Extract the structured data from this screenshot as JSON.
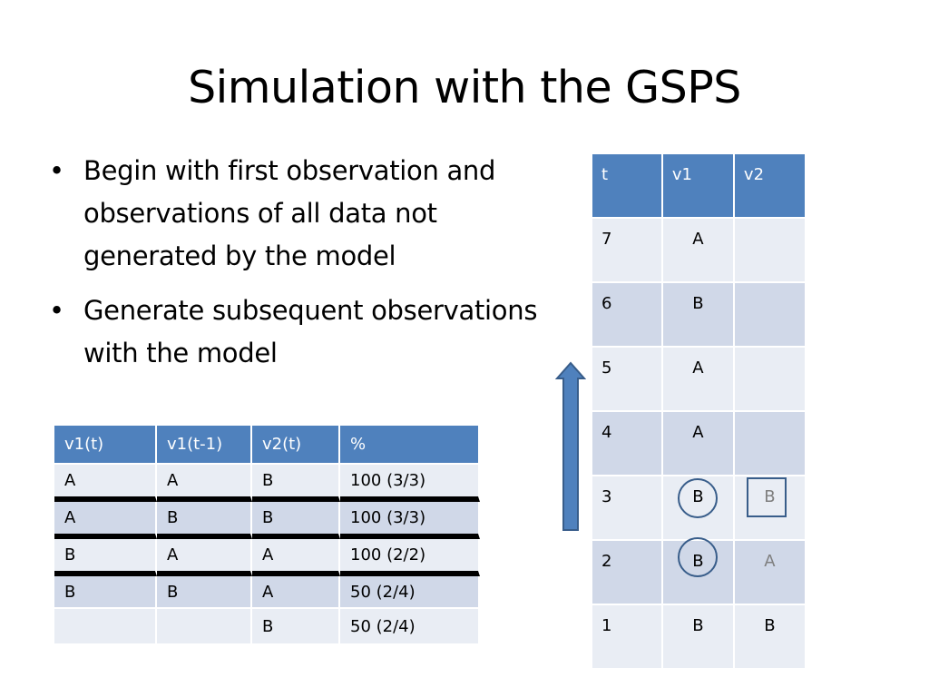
{
  "slide": {
    "title": "Simulation with the GSPS",
    "bullets": [
      "Begin with first observation and observations of all data not generated by the model",
      "Generate subsequent observations with the model"
    ]
  },
  "rules_table": {
    "headers": [
      "v1(t)",
      "v1(t-1)",
      "v2(t)",
      "%"
    ],
    "rows": [
      [
        "A",
        "A",
        "B",
        "100 (3/3)"
      ],
      [
        "A",
        "B",
        "B",
        "100 (3/3)"
      ],
      [
        "B",
        "A",
        "A",
        "100 (2/2)"
      ],
      [
        "B",
        "B",
        "A",
        "50 (2/4)"
      ],
      [
        "",
        "",
        "B",
        "50 (2/4)"
      ]
    ]
  },
  "timeline_table": {
    "headers": [
      "t",
      "v1",
      "v2"
    ],
    "rows": [
      [
        "7",
        "A",
        ""
      ],
      [
        "6",
        "B",
        ""
      ],
      [
        "5",
        "A",
        ""
      ],
      [
        "4",
        "A",
        ""
      ],
      [
        "3",
        "B",
        "B"
      ],
      [
        "2",
        "B",
        "A"
      ],
      [
        "1",
        "B",
        "B"
      ]
    ]
  },
  "colors": {
    "header": "#4f81bd",
    "row_dark": "#d0d8e8",
    "row_light": "#e9edf4",
    "arrow": "#4f81bd",
    "highlight": "#385d8a"
  }
}
